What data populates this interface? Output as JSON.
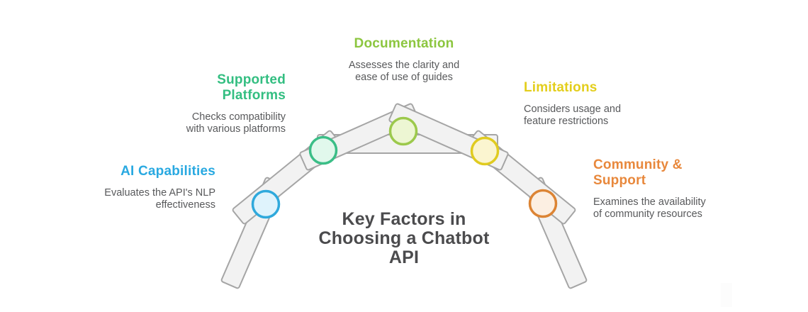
{
  "diagram": {
    "center_title": {
      "lines": [
        "Key Factors in",
        "Choosing a Chatbot",
        "API"
      ],
      "color": "#4B4B4D"
    },
    "plank": {
      "fill": "#F2F2F2",
      "stroke": "#A5A5A5"
    },
    "text_color": "#58595B",
    "sections": [
      {
        "id": "ai-capabilities",
        "title_lines": [
          "AI Capabilities"
        ],
        "desc_lines": [
          "Evaluates the API's NLP",
          "effectiveness"
        ],
        "color": "#29A9E1",
        "node_stroke": "#2FA9DC",
        "node_fill": "#DFF3FC"
      },
      {
        "id": "supported-platforms",
        "title_lines": [
          "Supported",
          "Platforms"
        ],
        "desc_lines": [
          "Checks compatibility",
          "with various platforms"
        ],
        "color": "#33BE81",
        "node_stroke": "#3BBE87",
        "node_fill": "#E1F8EC"
      },
      {
        "id": "documentation",
        "title_lines": [
          "Documentation"
        ],
        "desc_lines": [
          "Assesses the clarity and",
          "ease of use of guides"
        ],
        "color": "#8CC63F",
        "node_stroke": "#9CC94C",
        "node_fill": "#EDF6D3"
      },
      {
        "id": "limitations",
        "title_lines": [
          "Limitations"
        ],
        "desc_lines": [
          "Considers usage and",
          "feature restrictions"
        ],
        "color": "#E3CE1C",
        "node_stroke": "#E0CB20",
        "node_fill": "#FBF5D0"
      },
      {
        "id": "community-support",
        "title_lines": [
          "Community &",
          "Support"
        ],
        "desc_lines": [
          "Examines the availability",
          "of community resources"
        ],
        "color": "#E8883C",
        "node_stroke": "#DC8434",
        "node_fill": "#FCEFE2"
      }
    ]
  }
}
